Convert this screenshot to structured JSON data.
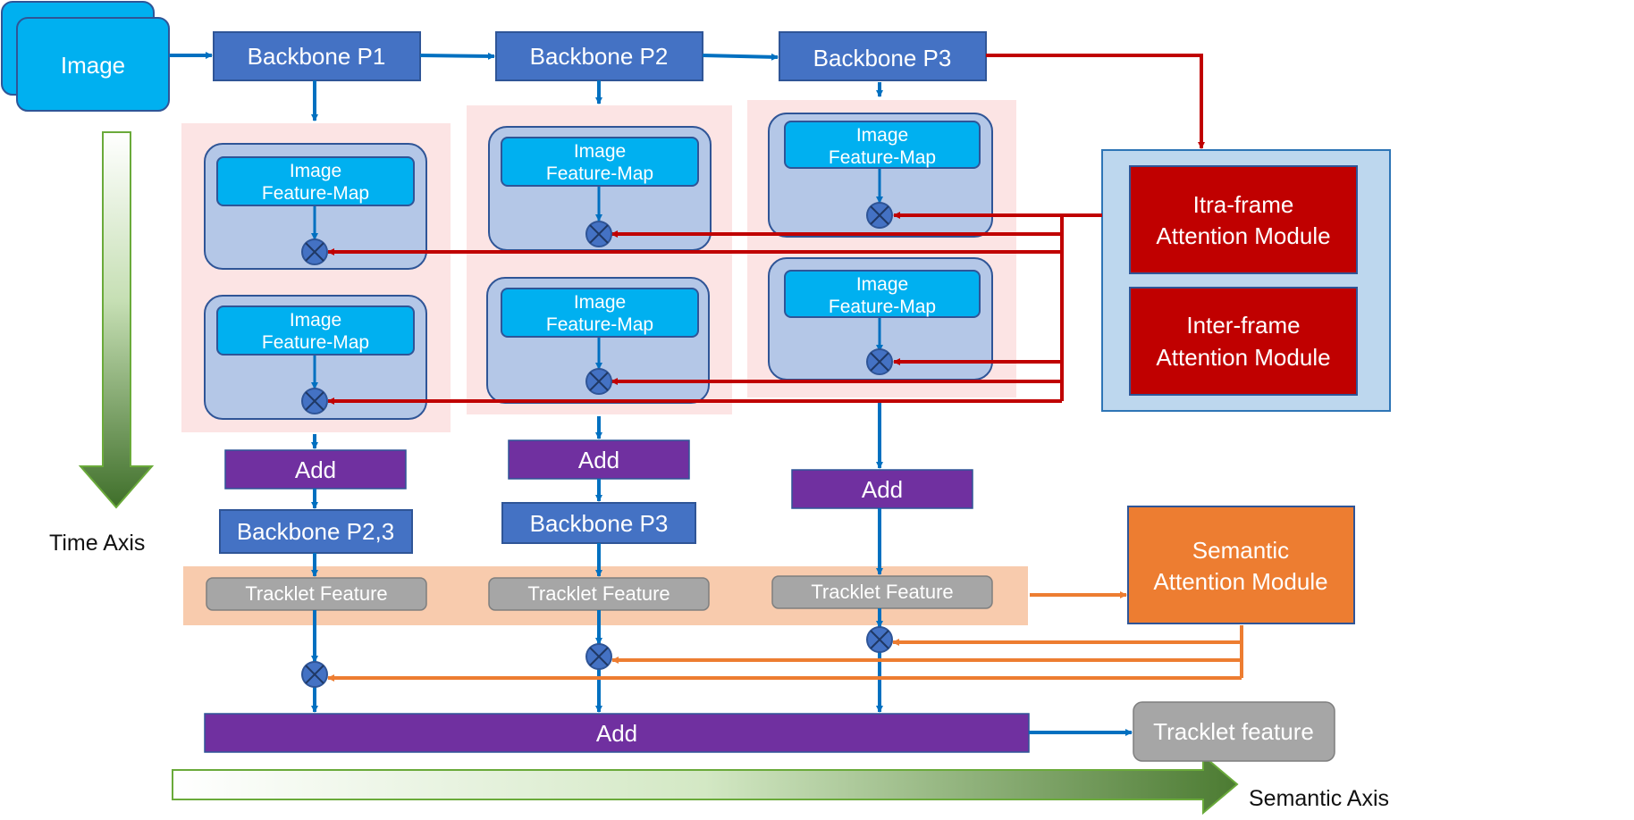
{
  "input": {
    "label": "Image"
  },
  "backbone": {
    "p1": "Backbone P1",
    "p2": "Backbone P2",
    "p3": "Backbone P3"
  },
  "feature_map": {
    "line1": "Image",
    "line2": "Feature-Map"
  },
  "add_label": "Add",
  "second_stage": {
    "col1": "Backbone P2,3",
    "col2": "Backbone P3"
  },
  "tracklet": {
    "label": "Tracklet Feature",
    "output_label": "Tracklet feature"
  },
  "attention": {
    "intra": [
      "Itra-frame",
      "Attention Module"
    ],
    "inter": [
      "Inter-frame",
      "Attention Module"
    ],
    "semantic": [
      "Semantic",
      "Attention Module"
    ]
  },
  "axes": {
    "time": "Time Axis",
    "semantic": "Semantic Axis"
  },
  "colors": {
    "input_cyan": "#00B0F0",
    "backbone_blue": "#4472C4",
    "add_purple": "#7030A0",
    "attention_red": "#C00000",
    "semantic_orange": "#ED7D31",
    "tracklet_gray": "#A6A6A6",
    "group_pink": "#FCE4E4",
    "group_peach": "#F8CBAD",
    "arrow_blue": "#0070C0",
    "arrow_red": "#C00000",
    "arrow_orange": "#ED7D31",
    "axis_green": "#548235"
  }
}
